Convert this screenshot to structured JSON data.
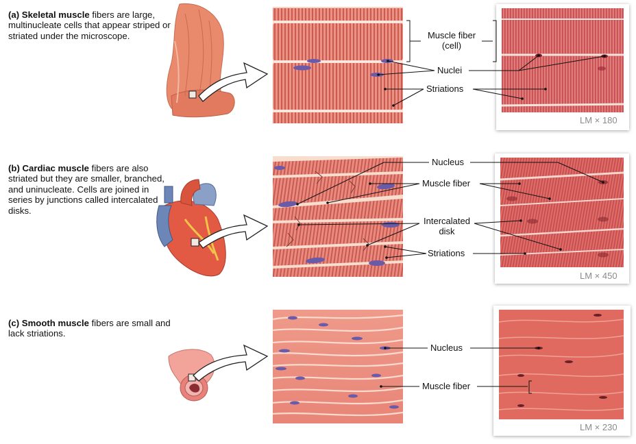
{
  "panels": {
    "skeletal": {
      "desc_bold": "Skeletal muscle",
      "desc_prefix": "(a) ",
      "desc_rest": " fibers are large, multinucleate cells that appear striped or striated under the microscope.",
      "label_fiber_1": "Muscle fiber",
      "label_fiber_2": "(cell)",
      "label_nuclei": "Nuclei",
      "label_striations": "Striations",
      "magnification": "LM × 180"
    },
    "cardiac": {
      "desc_prefix": "(b) ",
      "desc_bold": "Cardiac muscle",
      "desc_rest": " fibers are also striated but they are smaller, branched, and uninucleate. Cells are joined in series by junctions called intercalated disks.",
      "label_nucleus": "Nucleus",
      "label_fiber": "Muscle fiber",
      "label_disk_1": "Intercalated",
      "label_disk_2": "disk",
      "label_striations": "Striations",
      "magnification": "LM × 450"
    },
    "smooth": {
      "desc_prefix": "(c) ",
      "desc_bold": "Smooth muscle",
      "desc_rest": " fibers are small and lack striations.",
      "label_nucleus": "Nucleus",
      "label_fiber": "Muscle fiber",
      "magnification": "LM × 230"
    }
  },
  "colors": {
    "muscle": "#e8857a",
    "muscle_dark": "#c9574c",
    "nucleus": "#6a5aa8",
    "photo": "#d5565a",
    "text": "#111111"
  }
}
